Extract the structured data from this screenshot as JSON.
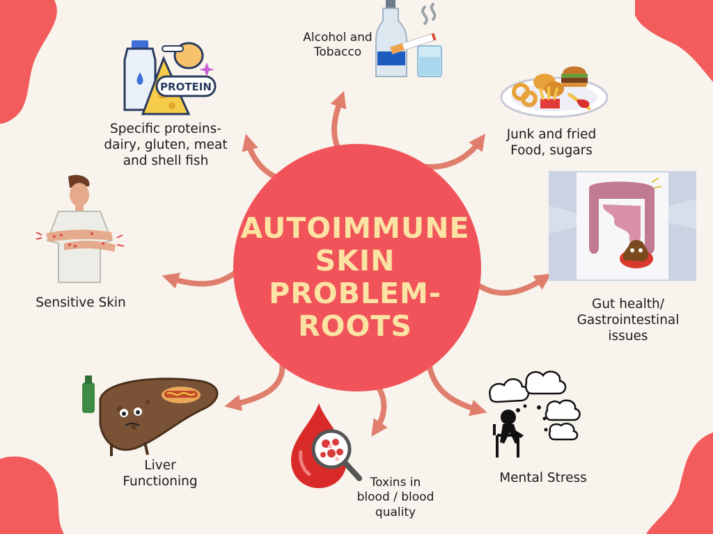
{
  "title_lines": [
    "AUTOIMMUNE",
    "SKIN PROBLEM-",
    "ROOTS"
  ],
  "nodes": {
    "alcohol": [
      "Alcohol and",
      "Tobacco"
    ],
    "proteins": [
      "Specific proteins-",
      "dairy, gluten, meat",
      "and shell fish"
    ],
    "junk": [
      "Junk and fried",
      "Food, sugars"
    ],
    "skin": [
      "Sensitive Skin"
    ],
    "gut": [
      "Gut health/",
      "Gastrointestinal",
      "issues"
    ],
    "liver": [
      "Liver",
      "Functioning"
    ],
    "toxins": [
      "Toxins in",
      "blood / blood",
      "quality"
    ],
    "stress": [
      "Mental Stress"
    ]
  },
  "protein_badge": "PROTEIN",
  "colors": {
    "background": "#f8f3ec",
    "corner_blob": "#f25c5c",
    "center_circle": "#f0545a",
    "title_text": "#fbe3a3",
    "arrow": "#e07e6d"
  },
  "icons": {
    "alcohol": "bottle-cigarette-glass-icon",
    "proteins": "milk-cheese-chicken-icon",
    "junk": "fried-food-plate-icon",
    "skin": "itchy-man-icon",
    "gut": "intestine-poster-icon",
    "liver": "sick-liver-icon",
    "toxins": "blood-drop-magnifier-icon",
    "stress": "stressed-person-icon"
  }
}
